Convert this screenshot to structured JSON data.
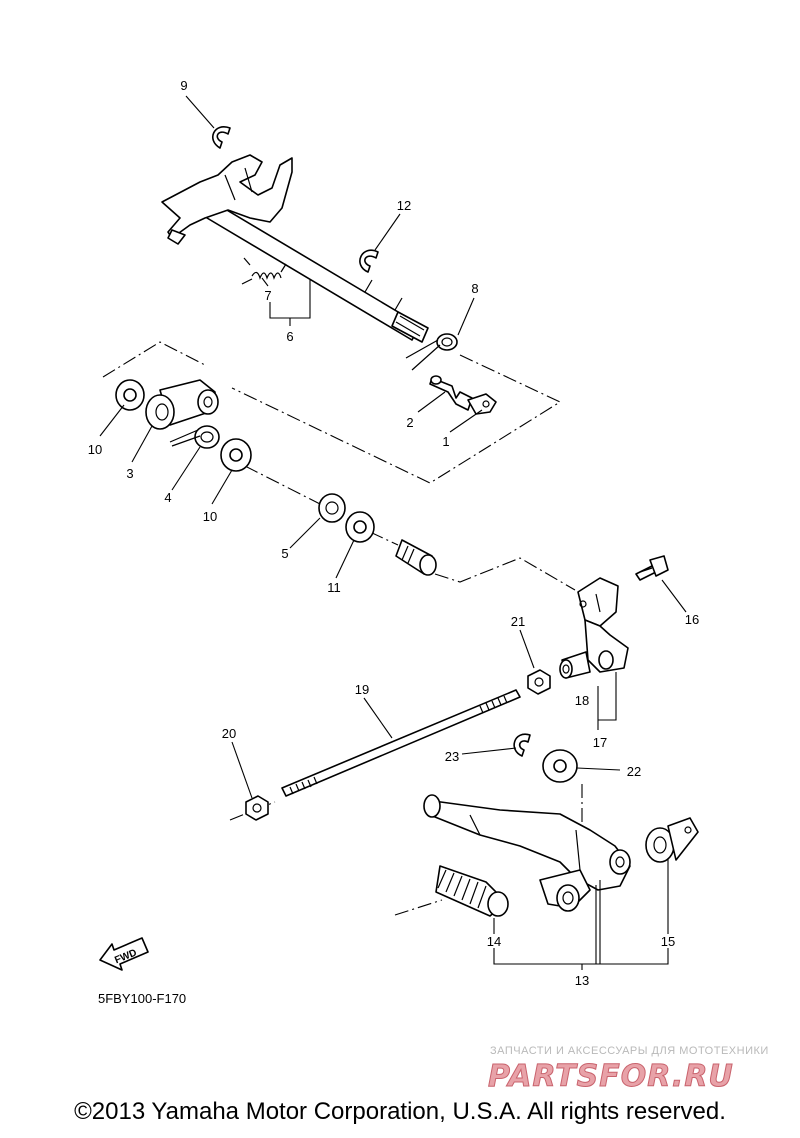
{
  "labels": {
    "p1": "1",
    "p2": "2",
    "p3": "3",
    "p4": "4",
    "p5": "5",
    "p6": "6",
    "p7": "7",
    "p8": "8",
    "p9": "9",
    "p10a": "10",
    "p10b": "10",
    "p11": "11",
    "p12": "12",
    "p13": "13",
    "p14": "14",
    "p15": "15",
    "p16": "16",
    "p17": "17",
    "p18": "18",
    "p19": "19",
    "p20": "20",
    "p21": "21",
    "p22": "22",
    "p23": "23"
  },
  "fwd_arrow_text": "FWD",
  "diagram_code": "5FBY100-F170",
  "watermark": {
    "tagline": "ЗАПЧАСТИ И АКСЕССУАРЫ ДЛЯ МОТОТЕХНИКИ",
    "logo": "PARTSFOR.RU"
  },
  "copyright": "©2013 Yamaha Motor Corporation, U.S.A. All rights reserved."
}
